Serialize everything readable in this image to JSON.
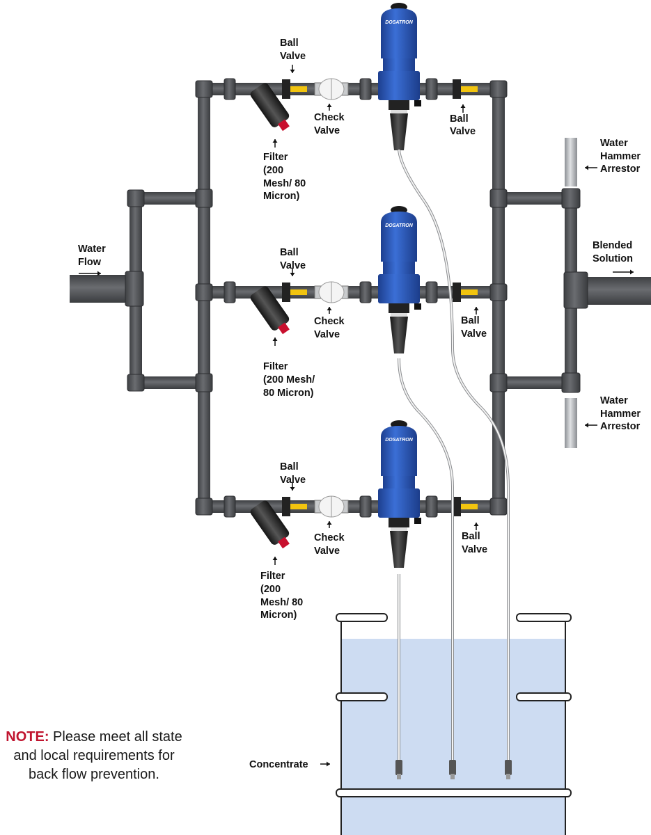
{
  "colors": {
    "pipe": "#4f5155",
    "dosatron_body": "#2b57b9",
    "concentrate": "#cddcf2",
    "note_accent": "#c0142f",
    "arrestor": "#b9bcc0"
  },
  "dosatron_logo": "DOSATRON",
  "inlet": {
    "label": [
      "Water",
      "Flow"
    ]
  },
  "outlet": {
    "label": [
      "Blended",
      "Solution"
    ]
  },
  "arrestor_top": {
    "label": [
      "Water",
      "Hammer",
      "Arrestor"
    ]
  },
  "arrestor_bottom": {
    "label": [
      "Water",
      "Hammer",
      "Arrestor"
    ]
  },
  "rows": [
    {
      "ball_valve_in": [
        "Ball",
        "Valve"
      ],
      "check_valve": [
        "Check",
        "Valve"
      ],
      "ball_valve_out": [
        "Ball",
        "Valve"
      ],
      "filter": [
        "Filter",
        "(200",
        "Mesh/ 80",
        "Micron)"
      ]
    },
    {
      "ball_valve_in": [
        "Ball",
        "Valve"
      ],
      "check_valve": [
        "Check",
        "Valve"
      ],
      "ball_valve_out": [
        "Ball",
        "Valve"
      ],
      "filter": [
        "Filter",
        "(200 Mesh/",
        "80 Micron)"
      ]
    },
    {
      "ball_valve_in": [
        "Ball",
        "Valve"
      ],
      "check_valve": [
        "Check",
        "Valve"
      ],
      "ball_valve_out": [
        "Ball",
        "Valve"
      ],
      "filter": [
        "Filter",
        "(200",
        "Mesh/ 80",
        "Micron)"
      ]
    }
  ],
  "concentrate": {
    "label": "Concentrate"
  },
  "note": {
    "prefix": "NOTE:",
    "text": " Please meet all state and local requirements for back flow prevention."
  }
}
